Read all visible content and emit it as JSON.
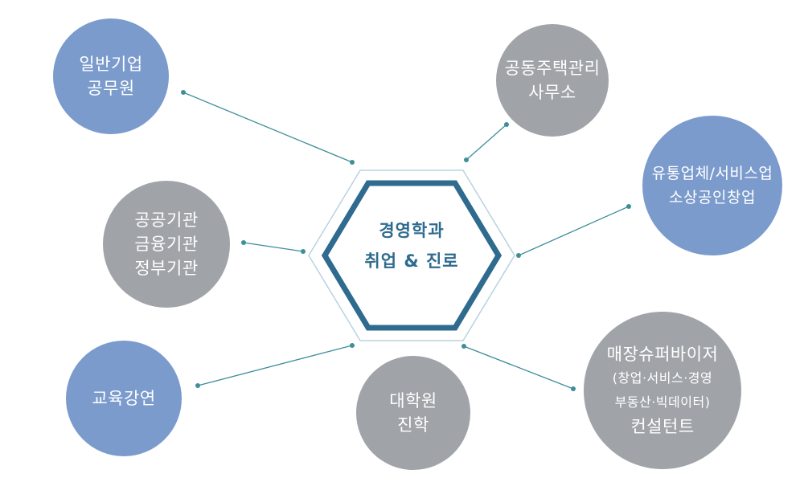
{
  "colors": {
    "blue_node": "#7b9bcd",
    "gray_node": "#a0a4a9",
    "connector": "#3f8e98",
    "hex_outer": "#2f6b8f",
    "hex_inner": "#b8d3e0",
    "center_text": "#2f6b8f"
  },
  "center": {
    "line1": "경영학과",
    "line2": "취업 & 진로"
  },
  "nodes": {
    "general_company": {
      "line1": "일반기업",
      "line2": "공무원"
    },
    "housing_management": {
      "line1": "공동주택관리",
      "line2": "사무소"
    },
    "distribution": {
      "line1": "유통업체/서비스업",
      "line2": "소상공인창업"
    },
    "public_institutions": {
      "line1": "공공기관",
      "line2": "금융기관",
      "line3": "정부기관"
    },
    "education": {
      "line1": "교육강연"
    },
    "graduate_school": {
      "line1": "대학원",
      "line2": "진학"
    },
    "supervisor": {
      "line1": "매장슈퍼바이저",
      "line2": "(창업·서비스·경영",
      "line3": "부동산·빅데이터)",
      "line4": "컨설턴트"
    }
  }
}
